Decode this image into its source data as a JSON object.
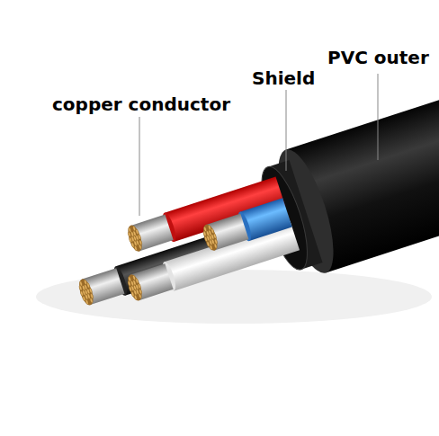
{
  "diagram": {
    "labels": [
      "copper conductor",
      "Shield",
      "PVC outer"
    ]
  }
}
